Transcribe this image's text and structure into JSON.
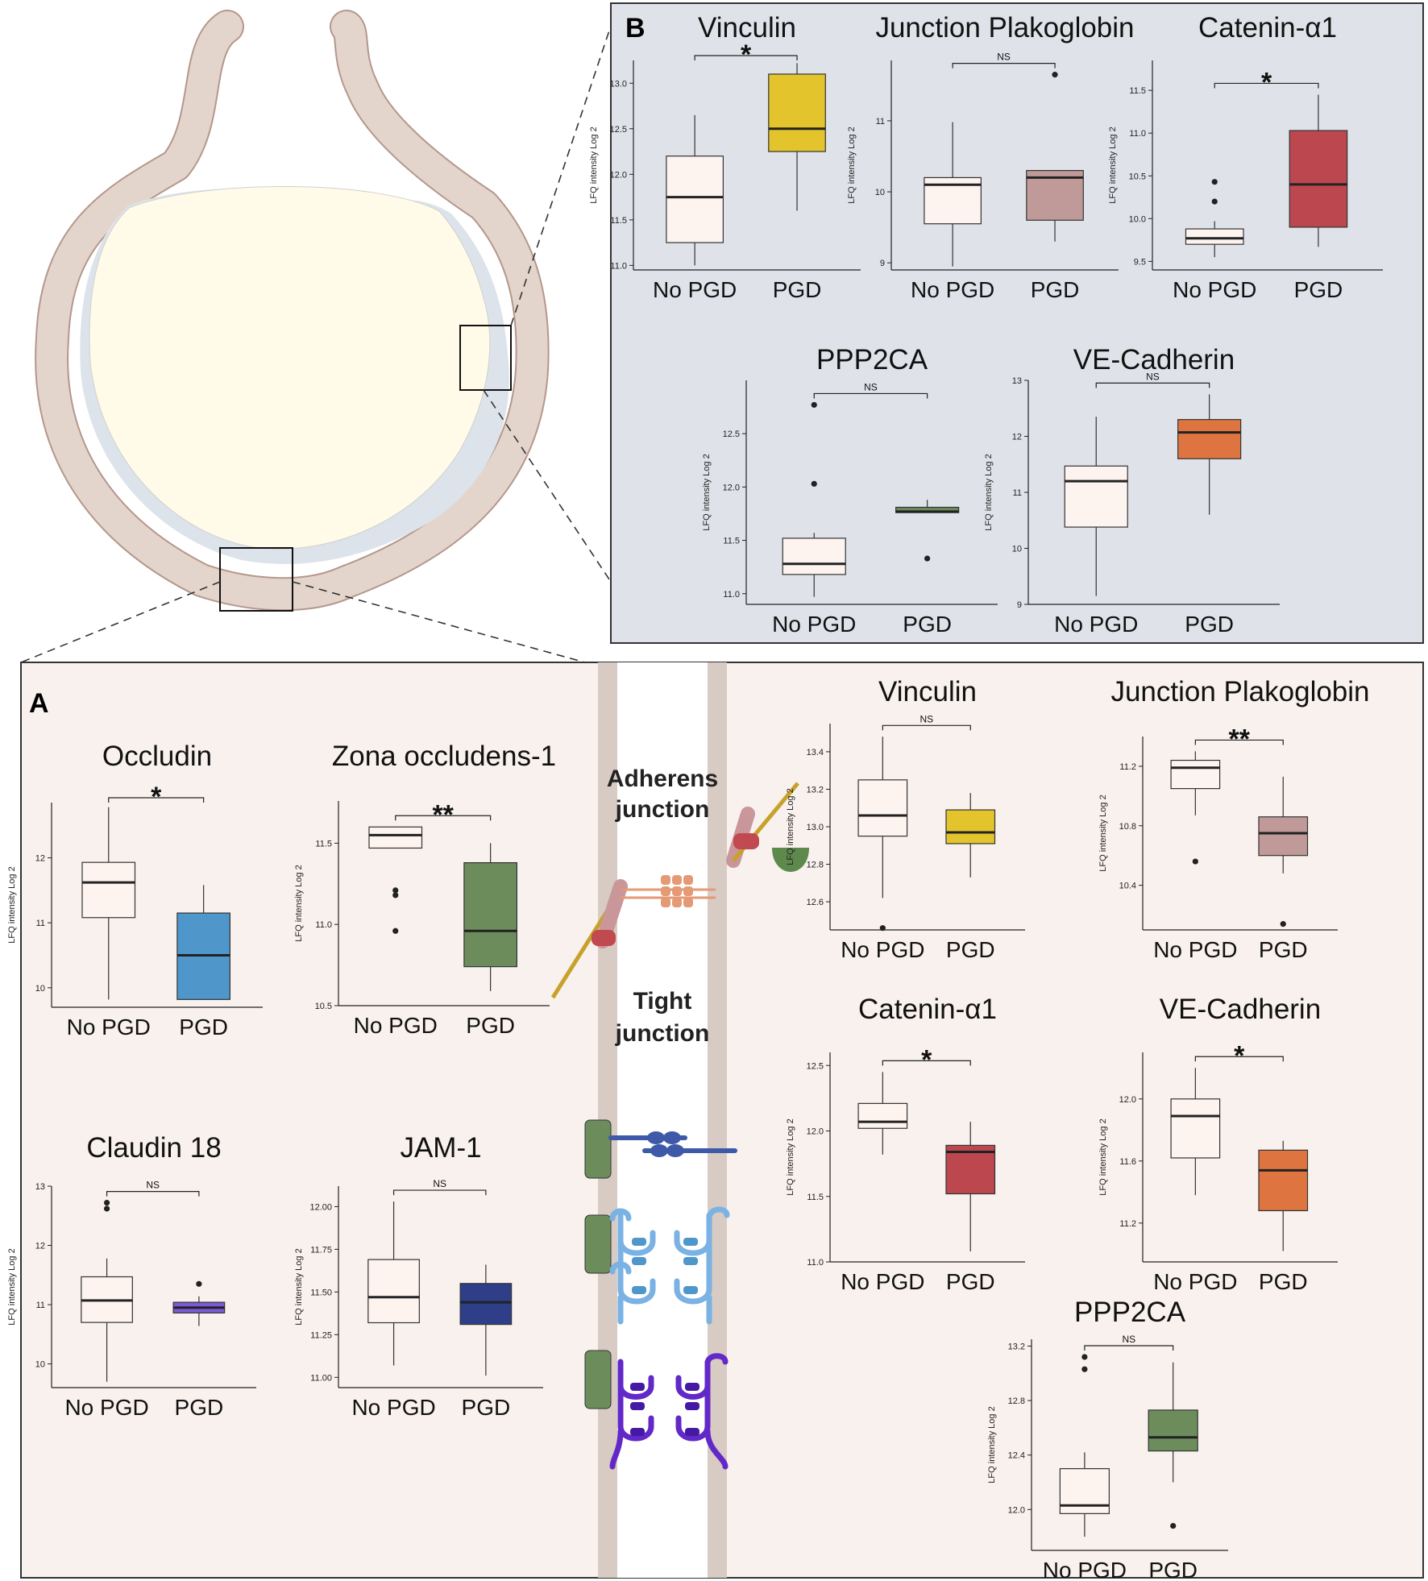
{
  "panel_a": {
    "letter": "A"
  },
  "panel_b": {
    "letter": "B"
  },
  "diagram": {
    "adherens_line1": "Adherens",
    "adherens_line2": "junction",
    "tight_line1": "Tight",
    "tight_line2": "junction",
    "colors": {
      "cell": "#e4d5cc",
      "cell_border": "#b4978c",
      "lumen": "#fffbe8",
      "interstitium": "#dde3ea",
      "panel_a_bg": "#f8f1ed",
      "panel_b_bg": "#dfe3e9",
      "membrane": "#d8cbc3"
    }
  },
  "chart_data": [
    {
      "id": "B-vinculin",
      "panel": "B",
      "type": "box",
      "title": "Vinculin",
      "ylabel": "LFQ intensity Log 2",
      "categories": [
        "No PGD",
        "PGD"
      ],
      "colors": [
        "#fdf3ef",
        "#e3c42c"
      ],
      "ylim": [
        10.95,
        13.25
      ],
      "yticks": [
        11.0,
        11.5,
        12.0,
        12.5,
        13.0
      ],
      "tick_format": "1",
      "boxes": [
        {
          "whisker_low": 11.0,
          "q1": 11.25,
          "median": 11.75,
          "q3": 12.2,
          "whisker_high": 12.65,
          "outliers": []
        },
        {
          "whisker_low": 11.6,
          "q1": 12.25,
          "median": 12.5,
          "q3": 13.1,
          "whisker_high": 13.22,
          "outliers": []
        }
      ],
      "significance": "*"
    },
    {
      "id": "B-junction-plakoglobin",
      "panel": "B",
      "type": "box",
      "title": "Junction Plakoglobin",
      "ylabel": "LFQ intensity Log 2",
      "categories": [
        "No PGD",
        "PGD"
      ],
      "colors": [
        "#fdf3ef",
        "#c09a98"
      ],
      "ylim": [
        8.9,
        11.85
      ],
      "yticks": [
        9,
        10,
        11
      ],
      "tick_format": "0",
      "boxes": [
        {
          "whisker_low": 8.95,
          "q1": 9.55,
          "median": 10.1,
          "q3": 10.2,
          "whisker_high": 10.98,
          "outliers": []
        },
        {
          "whisker_low": 9.3,
          "q1": 9.6,
          "median": 10.2,
          "q3": 10.3,
          "whisker_high": 10.3,
          "outliers": [
            11.65
          ]
        }
      ],
      "significance": "NS"
    },
    {
      "id": "B-catenin-a1",
      "panel": "B",
      "type": "box",
      "title": "Catenin-α1",
      "ylabel": "LFQ intensity Log 2",
      "categories": [
        "No PGD",
        "PGD"
      ],
      "colors": [
        "#fdf3ef",
        "#bc474f"
      ],
      "ylim": [
        9.4,
        11.85
      ],
      "yticks": [
        9.5,
        10.0,
        10.5,
        11.0,
        11.5
      ],
      "tick_format": "1",
      "boxes": [
        {
          "whisker_low": 9.55,
          "q1": 9.7,
          "median": 9.77,
          "q3": 9.88,
          "whisker_high": 9.97,
          "outliers": [
            10.2,
            10.43
          ]
        },
        {
          "whisker_low": 9.67,
          "q1": 9.9,
          "median": 10.4,
          "q3": 11.03,
          "whisker_high": 11.45,
          "outliers": []
        }
      ],
      "significance": "*"
    },
    {
      "id": "B-ppp2ca",
      "panel": "B",
      "type": "box",
      "title": "PPP2CA",
      "ylabel": "LFQ intensity Log 2",
      "categories": [
        "No PGD",
        "PGD"
      ],
      "colors": [
        "#fdf3ef",
        "#6d8c5c"
      ],
      "ylim": [
        10.9,
        13.0
      ],
      "yticks": [
        11.0,
        11.5,
        12.0,
        12.5
      ],
      "tick_format": "1",
      "boxes": [
        {
          "whisker_low": 10.97,
          "q1": 11.18,
          "median": 11.28,
          "q3": 11.52,
          "whisker_high": 11.57,
          "outliers": [
            12.03,
            12.77
          ]
        },
        {
          "whisker_low": 11.76,
          "q1": 11.76,
          "median": 11.77,
          "q3": 11.81,
          "whisker_high": 11.88,
          "outliers": [
            11.33
          ]
        }
      ],
      "significance": "NS"
    },
    {
      "id": "B-ve-cadherin",
      "panel": "B",
      "type": "box",
      "title": "VE-Cadherin",
      "ylabel": "LFQ intensity Log 2",
      "categories": [
        "No PGD",
        "PGD"
      ],
      "colors": [
        "#fdf3ef",
        "#de7540"
      ],
      "ylim": [
        9.0,
        13.0
      ],
      "yticks": [
        9,
        10,
        11,
        12,
        13
      ],
      "tick_format": "0",
      "boxes": [
        {
          "whisker_low": 9.15,
          "q1": 10.38,
          "median": 11.2,
          "q3": 11.47,
          "whisker_high": 12.35,
          "outliers": []
        },
        {
          "whisker_low": 10.6,
          "q1": 11.6,
          "median": 12.07,
          "q3": 12.3,
          "whisker_high": 12.75,
          "outliers": []
        }
      ],
      "significance": "NS"
    },
    {
      "id": "A-occludin",
      "panel": "A",
      "type": "box",
      "title": "Occludin",
      "ylabel": "LFQ intensity Log 2",
      "categories": [
        "No PGD",
        "PGD"
      ],
      "colors": [
        "#fdf3ef",
        "#4f96cb"
      ],
      "ylim": [
        9.7,
        12.85
      ],
      "yticks": [
        10,
        11,
        12
      ],
      "tick_format": "0",
      "boxes": [
        {
          "whisker_low": 9.82,
          "q1": 11.08,
          "median": 11.62,
          "q3": 11.93,
          "whisker_high": 12.78,
          "outliers": []
        },
        {
          "whisker_low": 9.82,
          "q1": 9.82,
          "median": 10.5,
          "q3": 11.15,
          "whisker_high": 11.58,
          "outliers": []
        }
      ],
      "significance": "*"
    },
    {
      "id": "A-zona-occludens-1",
      "panel": "A",
      "type": "box",
      "title": "Zona occludens-1",
      "ylabel": "LFQ intensity Log 2",
      "categories": [
        "No PGD",
        "PGD"
      ],
      "colors": [
        "#fdf3ef",
        "#6d8c5c"
      ],
      "ylim": [
        10.5,
        11.76
      ],
      "yticks": [
        10.5,
        11.0,
        11.5
      ],
      "tick_format": "1",
      "boxes": [
        {
          "whisker_low": 11.6,
          "q1": 11.47,
          "median": 11.55,
          "q3": 11.6,
          "whisker_high": 11.6,
          "outliers": [
            10.96,
            11.18,
            11.21
          ]
        },
        {
          "whisker_low": 10.59,
          "q1": 10.74,
          "median": 10.96,
          "q3": 11.38,
          "whisker_high": 11.5,
          "outliers": []
        }
      ],
      "significance": "**"
    },
    {
      "id": "A-claudin-18",
      "panel": "A",
      "type": "box",
      "title": "Claudin 18",
      "ylabel": "LFQ intensity Log 2",
      "categories": [
        "No PGD",
        "PGD"
      ],
      "colors": [
        "#fdf3ef",
        "#7a5ad6"
      ],
      "ylim": [
        9.6,
        13.0
      ],
      "yticks": [
        10,
        11,
        12,
        13
      ],
      "tick_format": "0",
      "boxes": [
        {
          "whisker_low": 9.7,
          "q1": 10.7,
          "median": 11.07,
          "q3": 11.47,
          "whisker_high": 11.78,
          "outliers": [
            12.62,
            12.72
          ]
        },
        {
          "whisker_low": 10.64,
          "q1": 10.86,
          "median": 10.95,
          "q3": 11.04,
          "whisker_high": 11.14,
          "outliers": [
            11.35
          ]
        }
      ],
      "significance": "NS"
    },
    {
      "id": "A-jam-1",
      "panel": "A",
      "type": "box",
      "title": "JAM-1",
      "ylabel": "LFQ intensity Log 2",
      "categories": [
        "No PGD",
        "PGD"
      ],
      "colors": [
        "#fdf3ef",
        "#2e3e88"
      ],
      "ylim": [
        10.94,
        12.12
      ],
      "yticks": [
        11.0,
        11.25,
        11.5,
        11.75,
        12.0
      ],
      "tick_format": "2",
      "boxes": [
        {
          "whisker_low": 11.07,
          "q1": 11.32,
          "median": 11.47,
          "q3": 11.69,
          "whisker_high": 12.03,
          "outliers": []
        },
        {
          "whisker_low": 11.01,
          "q1": 11.31,
          "median": 11.44,
          "q3": 11.55,
          "whisker_high": 11.66,
          "outliers": []
        }
      ],
      "significance": "NS"
    },
    {
      "id": "A-vinculin",
      "panel": "A",
      "type": "box",
      "title": "Vinculin",
      "ylabel": "LFQ intensity Log 2",
      "categories": [
        "No PGD",
        "PGD"
      ],
      "colors": [
        "#fdf3ef",
        "#e3c42c"
      ],
      "ylim": [
        12.45,
        13.55
      ],
      "yticks": [
        12.6,
        12.8,
        13.0,
        13.2,
        13.4
      ],
      "tick_format": "1",
      "boxes": [
        {
          "whisker_low": 12.62,
          "q1": 12.95,
          "median": 13.06,
          "q3": 13.25,
          "whisker_high": 13.48,
          "outliers": [
            12.46
          ]
        },
        {
          "whisker_low": 12.73,
          "q1": 12.91,
          "median": 12.97,
          "q3": 13.09,
          "whisker_high": 13.18,
          "outliers": []
        }
      ],
      "significance": "NS"
    },
    {
      "id": "A-junction-plakoglobin",
      "panel": "A",
      "type": "box",
      "title": "Junction Plakoglobin",
      "ylabel": "LFQ intensity Log 2",
      "categories": [
        "No PGD",
        "PGD"
      ],
      "colors": [
        "#fdf3ef",
        "#c09a98"
      ],
      "ylim": [
        10.1,
        11.4
      ],
      "yticks": [
        10.4,
        10.8,
        11.2
      ],
      "tick_format": "1",
      "boxes": [
        {
          "whisker_low": 10.87,
          "q1": 11.05,
          "median": 11.19,
          "q3": 11.24,
          "whisker_high": 11.3,
          "outliers": [
            10.56
          ]
        },
        {
          "whisker_low": 10.48,
          "q1": 10.6,
          "median": 10.75,
          "q3": 10.86,
          "whisker_high": 11.13,
          "outliers": [
            10.14
          ]
        }
      ],
      "significance": "**"
    },
    {
      "id": "A-catenin-a1",
      "panel": "A",
      "type": "box",
      "title": "Catenin-α1",
      "ylabel": "LFQ intensity Log 2",
      "categories": [
        "No PGD",
        "PGD"
      ],
      "colors": [
        "#fdf3ef",
        "#bc474f"
      ],
      "ylim": [
        11.0,
        12.6
      ],
      "yticks": [
        11.0,
        11.5,
        12.0,
        12.5
      ],
      "tick_format": "1",
      "boxes": [
        {
          "whisker_low": 11.82,
          "q1": 12.02,
          "median": 12.07,
          "q3": 12.21,
          "whisker_high": 12.45,
          "outliers": []
        },
        {
          "whisker_low": 11.08,
          "q1": 11.52,
          "median": 11.84,
          "q3": 11.89,
          "whisker_high": 12.07,
          "outliers": []
        }
      ],
      "significance": "*"
    },
    {
      "id": "A-ve-cadherin",
      "panel": "A",
      "type": "box",
      "title": "VE-Cadherin",
      "ylabel": "LFQ intensity Log 2",
      "categories": [
        "No PGD",
        "PGD"
      ],
      "colors": [
        "#fdf3ef",
        "#de7540"
      ],
      "ylim": [
        10.95,
        12.3
      ],
      "yticks": [
        11.2,
        11.6,
        12.0
      ],
      "tick_format": "1",
      "boxes": [
        {
          "whisker_low": 11.38,
          "q1": 11.62,
          "median": 11.89,
          "q3": 12.0,
          "whisker_high": 12.2,
          "outliers": []
        },
        {
          "whisker_low": 11.02,
          "q1": 11.28,
          "median": 11.54,
          "q3": 11.67,
          "whisker_high": 11.73,
          "outliers": []
        }
      ],
      "significance": "*"
    },
    {
      "id": "A-ppp2ca",
      "panel": "A",
      "type": "box",
      "title": "PPP2CA",
      "ylabel": "LFQ intensity Log 2",
      "categories": [
        "No PGD",
        "PGD"
      ],
      "colors": [
        "#fdf3ef",
        "#6d8c5c"
      ],
      "ylim": [
        11.7,
        13.25
      ],
      "yticks": [
        12.0,
        12.4,
        12.8,
        13.2
      ],
      "tick_format": "1",
      "boxes": [
        {
          "whisker_low": 11.8,
          "q1": 11.97,
          "median": 12.03,
          "q3": 12.3,
          "whisker_high": 12.42,
          "outliers": [
            13.03,
            13.12
          ]
        },
        {
          "whisker_low": 12.2,
          "q1": 12.43,
          "median": 12.53,
          "q3": 12.73,
          "whisker_high": 13.08,
          "outliers": [
            11.88
          ]
        }
      ],
      "significance": "NS"
    }
  ]
}
